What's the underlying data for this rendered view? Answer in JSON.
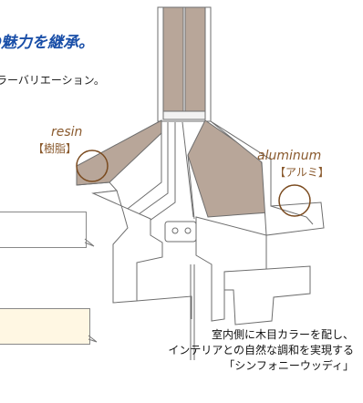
{
  "headline": "木の魅力を継承。",
  "subtext": "カラーバリエーション。",
  "labels": {
    "resin_en": "resin",
    "resin_ja": "【樹脂】",
    "aluminum_en": "aluminum",
    "aluminum_ja": "【アルミ】"
  },
  "caption": {
    "line1": "室内側に木目カラーを配し、",
    "line2": "インテリアとの自然な調和を実現する",
    "line3": "「シンフォニーウッディ」"
  },
  "colors": {
    "headline": "#1a4fa8",
    "label_brown": "#8a5a2e",
    "wood_panel": "#b8a699",
    "frame_line": "#6e6e6e",
    "callout_box_fill": "#fff7e3"
  }
}
